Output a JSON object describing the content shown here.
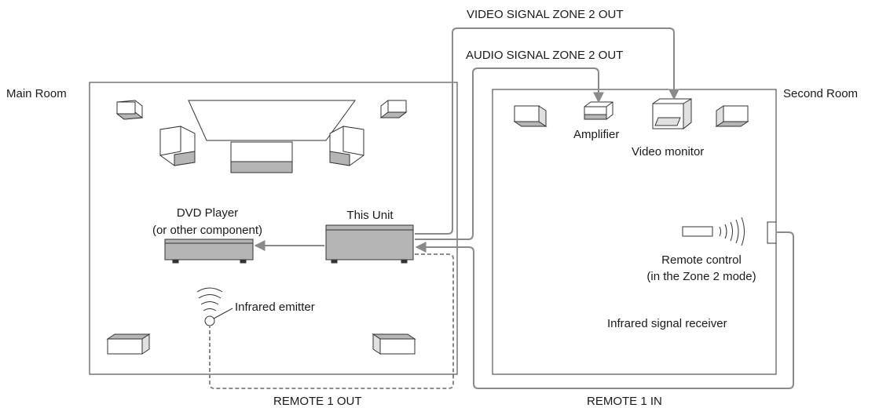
{
  "rooms": {
    "main": "Main Room",
    "second": "Second Room"
  },
  "signals": {
    "video_zone2_out": "VIDEO SIGNAL ZONE 2 OUT",
    "audio_zone2_out": "AUDIO SIGNAL ZONE 2 OUT",
    "remote1_out": "REMOTE 1 OUT",
    "remote1_in": "REMOTE 1 IN"
  },
  "components": {
    "dvd_line1": "DVD Player",
    "dvd_line2": "(or other component)",
    "this_unit": "This Unit",
    "ir_emitter": "Infrared emitter",
    "amplifier": "Amplifier",
    "video_monitor": "Video monitor",
    "remote_line1": "Remote control",
    "remote_line2": "(in the Zone 2 mode)",
    "ir_receiver": "Infrared signal receiver"
  },
  "colors": {
    "line": "#333333",
    "cable": "#8a8a8a",
    "fill_gray": "#b5b5b5",
    "fill_light": "#e0e0e0"
  }
}
